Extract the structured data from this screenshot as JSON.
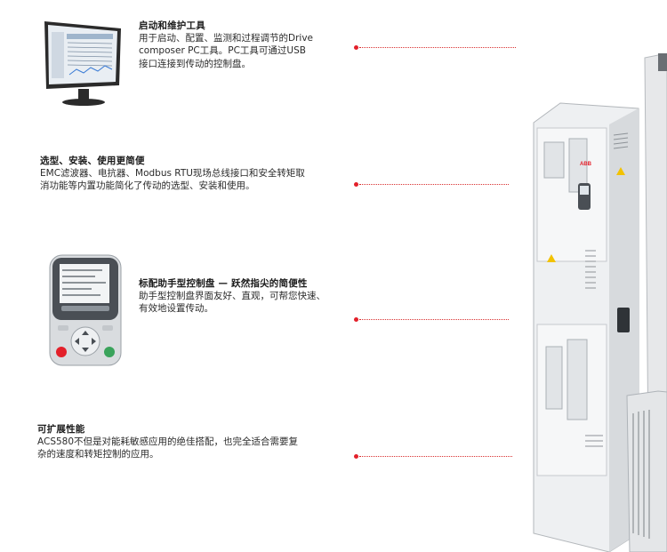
{
  "sections": [
    {
      "title": "启动和维护工具",
      "body": "用于启动、配置、监测和过程调节的Drive\ncomposer PC工具。PC工具可通过USB\n接口连接到传动的控制盘。"
    },
    {
      "title": "选型、安装、使用更简便",
      "body": "EMC滤波器、电抗器、Modbus RTU现场总线接口和安全转矩取\n消功能等内置功能简化了传动的选型、安装和使用。"
    },
    {
      "title": "标配助手型控制盘 — 跃然指尖的简便性",
      "body": "助手型控制盘界面友好、直观，可帮您快速、\n有效地设置传动。"
    },
    {
      "title": "可扩展性能",
      "body": "ACS580不但是对能耗敏感应用的绝佳搭配，也完全适合需要复\n杂的速度和转矩控制的应用。"
    }
  ],
  "product": {
    "brand_logo": "ABB"
  },
  "colors": {
    "accent": "#e3202a",
    "text": "#2b2b2b"
  },
  "icons": {
    "monitor": "monitor-icon",
    "keypad": "control-panel-icon",
    "drive": "drive-cabinet-image"
  }
}
